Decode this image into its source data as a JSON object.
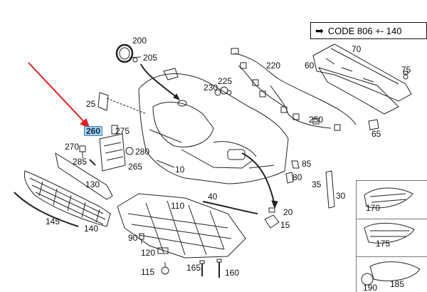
{
  "code_note": {
    "arrow": "➡",
    "text": "CODE 806 +- 140"
  },
  "callouts": [
    {
      "id": "200",
      "label": "200"
    },
    {
      "id": "205",
      "label": "205"
    },
    {
      "id": "70",
      "label": "70"
    },
    {
      "id": "60",
      "label": "60"
    },
    {
      "id": "75",
      "label": "75"
    },
    {
      "id": "220",
      "label": "220"
    },
    {
      "id": "225",
      "label": "225"
    },
    {
      "id": "230",
      "label": "230"
    },
    {
      "id": "250",
      "label": "250"
    },
    {
      "id": "65",
      "label": "65"
    },
    {
      "id": "25",
      "label": "25"
    },
    {
      "id": "260",
      "label": "260"
    },
    {
      "id": "275",
      "label": "275"
    },
    {
      "id": "270",
      "label": "270"
    },
    {
      "id": "280",
      "label": "280"
    },
    {
      "id": "285",
      "label": "285"
    },
    {
      "id": "265",
      "label": "265"
    },
    {
      "id": "10",
      "label": "10"
    },
    {
      "id": "85",
      "label": "85"
    },
    {
      "id": "80",
      "label": "80"
    },
    {
      "id": "35",
      "label": "35"
    },
    {
      "id": "30",
      "label": "30"
    },
    {
      "id": "130",
      "label": "130"
    },
    {
      "id": "145",
      "label": "145"
    },
    {
      "id": "140",
      "label": "140"
    },
    {
      "id": "40",
      "label": "40"
    },
    {
      "id": "110",
      "label": "110"
    },
    {
      "id": "20",
      "label": "20"
    },
    {
      "id": "15",
      "label": "15"
    },
    {
      "id": "90",
      "label": "90"
    },
    {
      "id": "120",
      "label": "120"
    },
    {
      "id": "115",
      "label": "115"
    },
    {
      "id": "165",
      "label": "165"
    },
    {
      "id": "160",
      "label": "160"
    },
    {
      "id": "170",
      "label": "170"
    },
    {
      "id": "175",
      "label": "175"
    },
    {
      "id": "190",
      "label": "190"
    },
    {
      "id": "185",
      "label": "185"
    }
  ],
  "colors": {
    "line": "#222222",
    "highlight": "#a9d3f0",
    "pointer": "#e02020"
  }
}
